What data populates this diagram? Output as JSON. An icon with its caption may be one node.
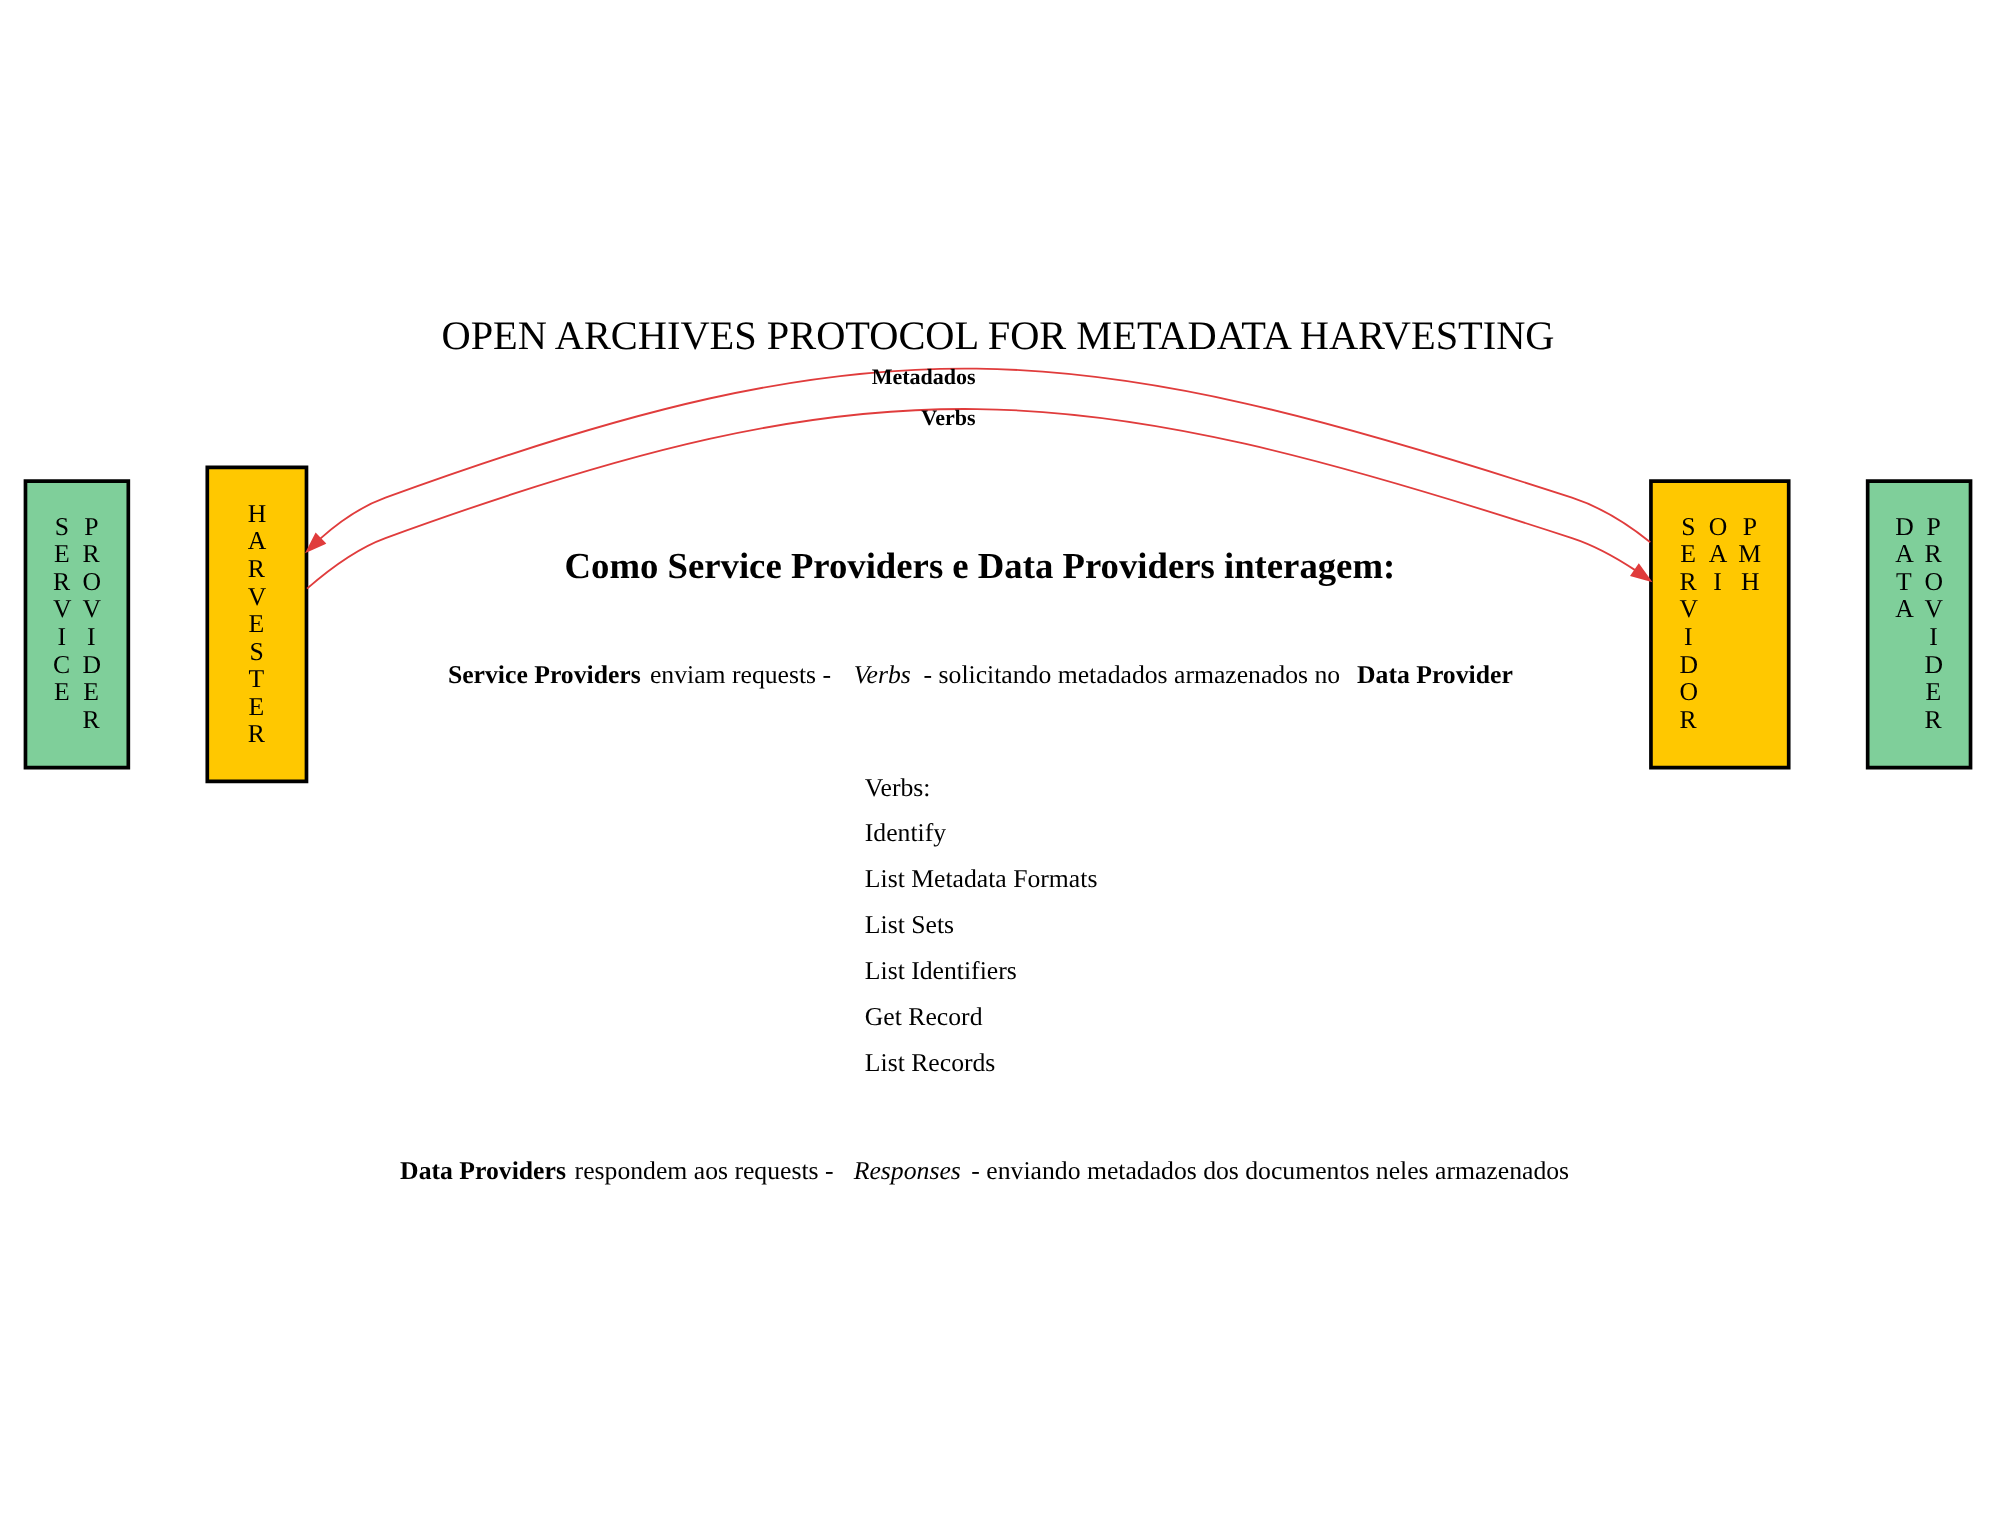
{
  "diagram": {
    "title": "OPEN ARCHIVES PROTOCOL FOR METADATA HARVESTING",
    "nodes": [
      {
        "text": [
          "SERVICE",
          "PROVIDER"
        ]
      },
      {
        "text": [
          "HARVESTER"
        ]
      },
      {
        "text": [
          "SERVIDOR",
          "OAI",
          "PMH"
        ]
      },
      {
        "text": [
          "DATA",
          "PROVIDER"
        ]
      }
    ],
    "edges": [
      {
        "from": 1,
        "to": 2,
        "arrow": "to",
        "label": "Verbs",
        "color": "#e03c3c"
      },
      {
        "from": 2,
        "to": 1,
        "arrow": "to",
        "label": "Metadados",
        "color": "#e03c3c"
      }
    ],
    "labels": [
      "Como Service Providers e Data Providers interagem:",
      "**Service Providers** enviam requests - *Verbs* - solicitando metadados armazenados no **Data Provider**",
      "Verbs:",
      "Identify",
      "List Metadata Formats",
      "List Sets",
      "List Identifiers",
      "Get Record",
      "List Records",
      "**Data Providers** respondem aos requests - *Responses* - enviando metadados dos documentos neles armazenados"
    ]
  }
}
